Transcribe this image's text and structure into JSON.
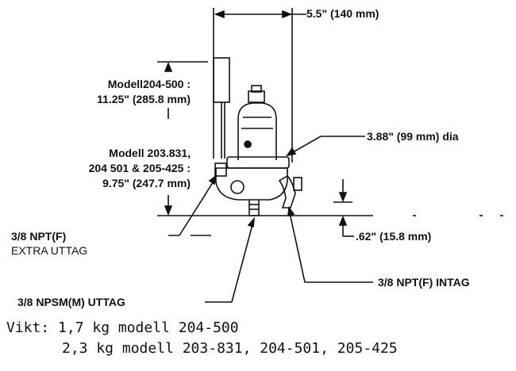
{
  "dimensions": {
    "width_label": "5.5\" (140 mm)",
    "diameter_label": "3.88\" (99 mm) dia",
    "offset_label": ".62\" (15.8 mm)"
  },
  "models": {
    "tall_name": "Modell204-500 :",
    "tall_value": "11.25\" (285.8 mm)",
    "short_line1": "Modell 203.831,",
    "short_line2": "204 501 & 205-425 :",
    "short_value": "9.75\" (247.7 mm)"
  },
  "ports": {
    "extra_line1": "3/8 NPT(F)",
    "extra_line2": "EXTRA UTTAG",
    "outlet": "3/8 NPSM(M) UTTAG",
    "inlet": "3/8 NPT(F) INTAG"
  },
  "weights": {
    "line1": "Vikt: 1,7 kg modell 204-500",
    "line2": "2,3 kg modell 203-831, 204-501, 205-425"
  }
}
